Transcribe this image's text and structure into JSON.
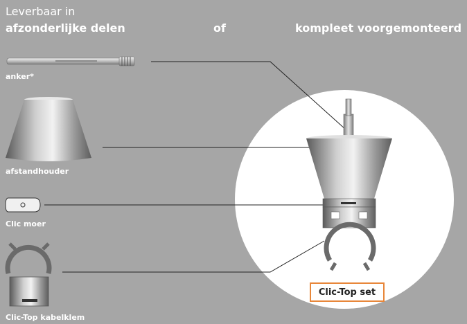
{
  "header": {
    "intro": "Leverbaar in",
    "left": "afzonderlijke delen",
    "middle": "of",
    "right": "kompleet voorgemonteerd"
  },
  "parts": {
    "anchor": "anker*",
    "spacer": "afstandhouder",
    "nut": "Clic moer",
    "clamp": "Clic-Top kabelklem"
  },
  "assembly": {
    "label": "Clic-Top set"
  },
  "colors": {
    "background": "#a6a6a6",
    "circle": "#ffffff",
    "label_border": "#e8873a"
  }
}
